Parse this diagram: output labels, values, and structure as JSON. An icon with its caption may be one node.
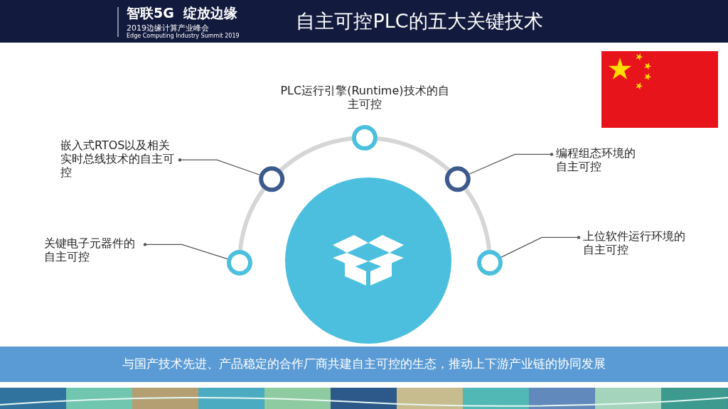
{
  "diagram": {
    "title": "自主可控PLC的五大关键技术",
    "nodes": [
      {
        "text": [
          "PLC运行引擎(Runtime)技术的自主可控"
        ]
      },
      {
        "text": [
          "嵌入式RTOS以及相关实时总线技术的自主可控"
        ]
      },
      {
        "text": [
          "编程组态环境的自主可控"
        ]
      },
      {
        "text": [
          "关键电子元器件的自主可控"
        ]
      },
      {
        "text": [
          "上位软件运行环境的自主可控"
        ]
      },
      {
        "text": [],
        "shape": "circle"
      },
      {
        "text": [],
        "shape": "circle"
      },
      {
        "text": [],
        "shape": "circle"
      },
      {
        "text": [],
        "shape": "circle"
      },
      {
        "text": [],
        "shape": "circle"
      },
      {
        "text": [],
        "shape": "circle"
      },
      {
        "text": [
          "与国产技术先进、产品稳定的合作厂商共建自主可控的生态，推动上下游产业链的协同发展"
        ]
      }
    ],
    "edges": [
      {
        "from": 1,
        "to": 6,
        "arrow": "other"
      },
      {
        "from": 2,
        "to": 8,
        "arrow": "other"
      },
      {
        "from": 3,
        "to": 5,
        "arrow": "other"
      },
      {
        "from": 4,
        "to": 9,
        "arrow": "other"
      },
      {
        "from": 5,
        "to": 6,
        "arrow": "none",
        "style": "thick",
        "color": "#d6d6d6"
      },
      {
        "from": 6,
        "to": 7,
        "arrow": "none",
        "style": "thick",
        "color": "#d6d6d6"
      },
      {
        "from": 7,
        "to": 8,
        "arrow": "none",
        "style": "thick",
        "color": "#d6d6d6"
      },
      {
        "from": 8,
        "to": 9,
        "arrow": "none",
        "style": "thick",
        "color": "#d6d6d6"
      }
    ],
    "labels": [
      "智联5G  绽放边缘",
      "2019边缘计算产业峰会",
      "Edge Computing Industry Summit 2019"
    ]
  }
}
